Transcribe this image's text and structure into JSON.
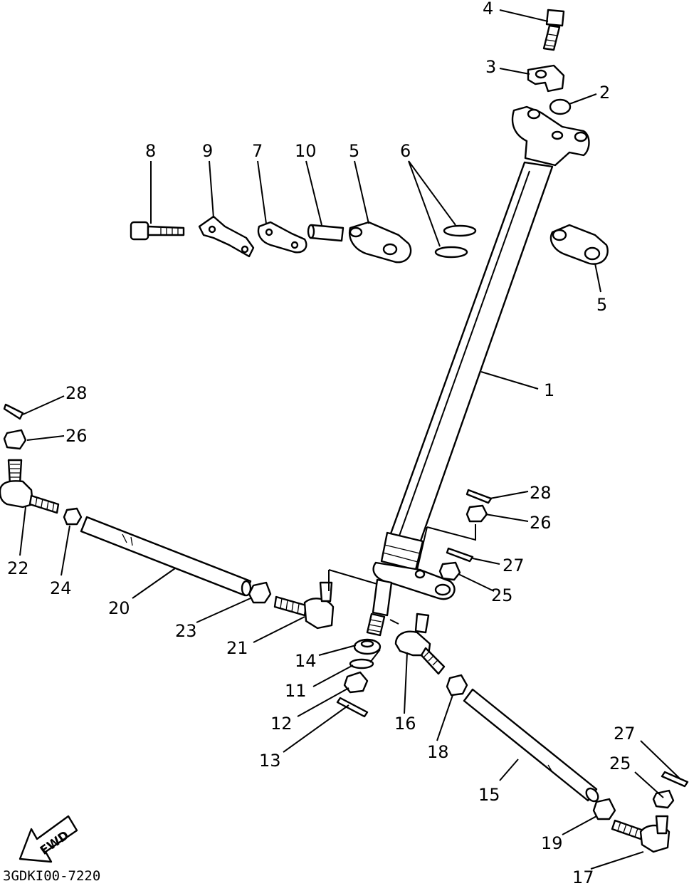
{
  "diagram_code": "3GDKI00-7220",
  "fwd_label": "FWD",
  "callouts": {
    "c1": "1",
    "c2": "2",
    "c3": "3",
    "c4": "4",
    "c5a": "5",
    "c5b": "5",
    "c6": "6",
    "c7": "7",
    "c8": "8",
    "c9": "9",
    "c10": "10",
    "c11": "11",
    "c12": "12",
    "c13": "13",
    "c14": "14",
    "c15": "15",
    "c16": "16",
    "c17": "17",
    "c18": "18",
    "c19": "19",
    "c20": "20",
    "c21": "21",
    "c22": "22",
    "c23": "23",
    "c24": "24",
    "c25a": "25",
    "c25b": "25",
    "c26a": "26",
    "c26b": "26",
    "c27a": "27",
    "c27b": "27",
    "c28a": "28",
    "c28b": "28"
  },
  "colors": {
    "ink": "#000000",
    "paper": "#ffffff"
  }
}
